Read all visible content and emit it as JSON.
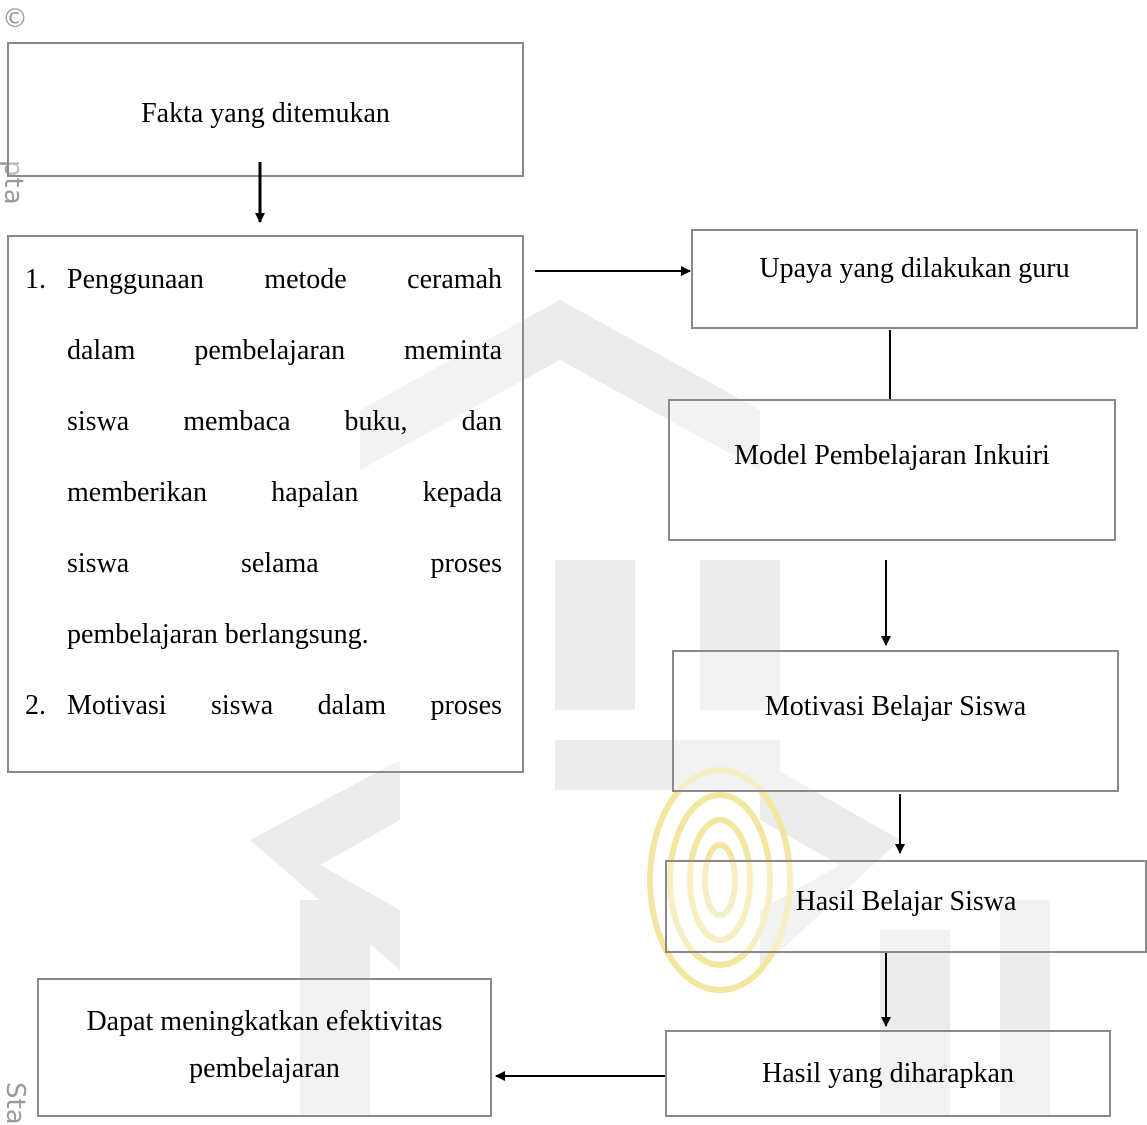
{
  "margin_text": {
    "copyright_symbol": "©",
    "top_fragment": "pta",
    "bottom_fragment": "Sta"
  },
  "boxes": {
    "fakta": "Fakta yang ditemukan",
    "upaya": "Upaya yang dilakukan guru",
    "model": "Model Pembelajaran Inkuiri",
    "motivasi": "Motivasi Belajar Siswa",
    "hasil_belajar": "Hasil Belajar Siswa",
    "hasil_harapan": "Hasil yang diharapkan",
    "dapat_line1": "Dapat meningkatkan efektivitas",
    "dapat_line2": "pembelajaran"
  },
  "facts_list": [
    {
      "number": "1.",
      "lines": [
        "Penggunaan metode ceramah",
        "dalam pembelajaran meminta",
        "siswa membaca buku, dan",
        "memberikan hapalan kepada",
        "siswa selama proses",
        "pembelajaran berlangsung."
      ]
    },
    {
      "number": "2.",
      "lines": [
        "Motivasi siswa dalam proses"
      ]
    }
  ],
  "colors": {
    "box_border": "#8a8a8a",
    "watermark_gray": "#e6e6e6",
    "watermark_gold": "#f6e9a6",
    "margin_text": "#9a9a9a"
  }
}
